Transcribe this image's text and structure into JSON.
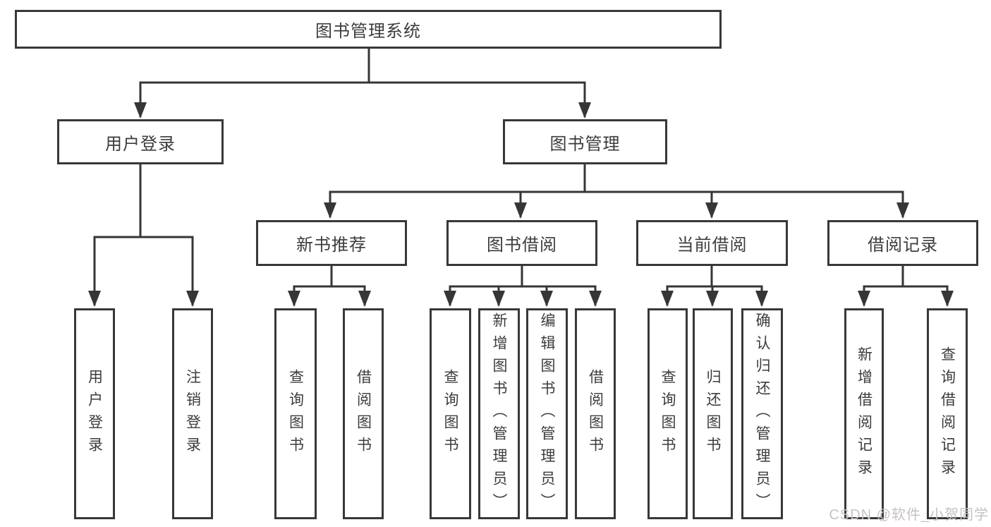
{
  "diagram": {
    "root": "图书管理系统",
    "branches": [
      {
        "label": "用户登录",
        "children": [
          {
            "label": "用户登录"
          },
          {
            "label": "注销登录"
          }
        ]
      },
      {
        "label": "图书管理",
        "children": [
          {
            "label": "新书推荐",
            "children": [
              {
                "label": "查询图书"
              },
              {
                "label": "借阅图书"
              }
            ]
          },
          {
            "label": "图书借阅",
            "children": [
              {
                "label": "查询图书"
              },
              {
                "label": "新增图书（管理员）"
              },
              {
                "label": "编辑图书（管理员）"
              },
              {
                "label": "借阅图书"
              }
            ]
          },
          {
            "label": "当前借阅",
            "children": [
              {
                "label": "查询图书"
              },
              {
                "label": "归还图书"
              },
              {
                "label": "确认归还（管理员）"
              }
            ]
          },
          {
            "label": "借阅记录",
            "children": [
              {
                "label": "新增借阅记录"
              },
              {
                "label": "查询借阅记录"
              }
            ]
          }
        ]
      }
    ]
  },
  "watermark": {
    "text": "CSDN @软件_小贺同学"
  },
  "colors": {
    "background": "#ffffff",
    "line": "#363636",
    "box_border": "#383838",
    "text": "#3c3c3c",
    "watermark": "#c9c0c4"
  }
}
